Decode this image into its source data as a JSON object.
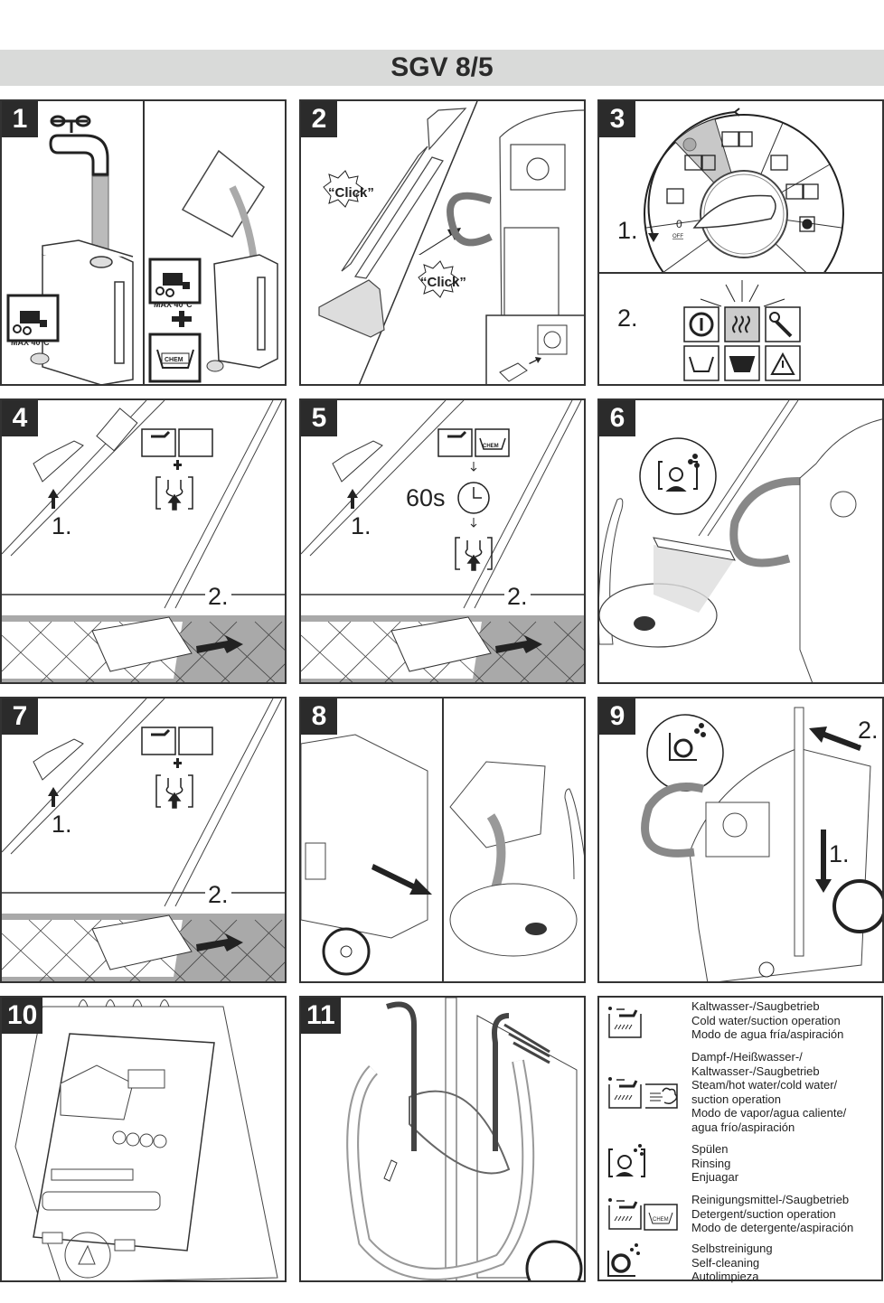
{
  "title": "SGV 8/5",
  "steps": [
    {
      "number": "1",
      "labels": [
        "MAX 40°C",
        "MAX 40°C",
        "CHEM"
      ]
    },
    {
      "number": "2",
      "labels": [
        "“Click”",
        "“Click”"
      ]
    },
    {
      "number": "3",
      "labels": [
        "1.",
        "2.",
        "0",
        "OFF"
      ]
    },
    {
      "number": "4",
      "labels": [
        "1.",
        "2."
      ]
    },
    {
      "number": "5",
      "labels": [
        "1.",
        "2.",
        "60s",
        "CHEM"
      ]
    },
    {
      "number": "6",
      "labels": []
    },
    {
      "number": "7",
      "labels": [
        "1.",
        "2."
      ]
    },
    {
      "number": "8",
      "labels": []
    },
    {
      "number": "9",
      "labels": [
        "1.",
        "2."
      ]
    },
    {
      "number": "10",
      "labels": []
    },
    {
      "number": "11",
      "labels": []
    }
  ],
  "legend": [
    {
      "icon": "cold-water-suction-icon",
      "lines": [
        "Kaltwasser-/Saugbetrieb",
        "Cold water/suction operation",
        "Modo de agua fría/aspiración"
      ]
    },
    {
      "icon": "steam-hot-cold-water-suction-icon",
      "lines": [
        "Dampf-/Heißwasser-/",
        "Kaltwasser-/Saugbetrieb",
        "Steam/hot water/cold water/",
        "suction operation",
        "Modo de vapor/agua caliente/",
        "agua frío/aspiración"
      ]
    },
    {
      "icon": "rinsing-icon",
      "lines": [
        "Spülen",
        "Rinsing",
        "Enjuagar"
      ]
    },
    {
      "icon": "detergent-suction-icon",
      "lines": [
        "Reinigungsmittel-/Saugbetrieb",
        "Detergent/suction operation",
        "Modo de detergente/aspiración"
      ]
    },
    {
      "icon": "self-cleaning-icon",
      "lines": [
        "Selbstreinigung",
        "Self-cleaning",
        "Autolimpieza"
      ]
    }
  ],
  "colors": {
    "title_bar": "#d9dad9",
    "number_badge": "#2b2b2b",
    "floor_dark": "#a9a9a9",
    "highlight": "#c8c8c8"
  }
}
